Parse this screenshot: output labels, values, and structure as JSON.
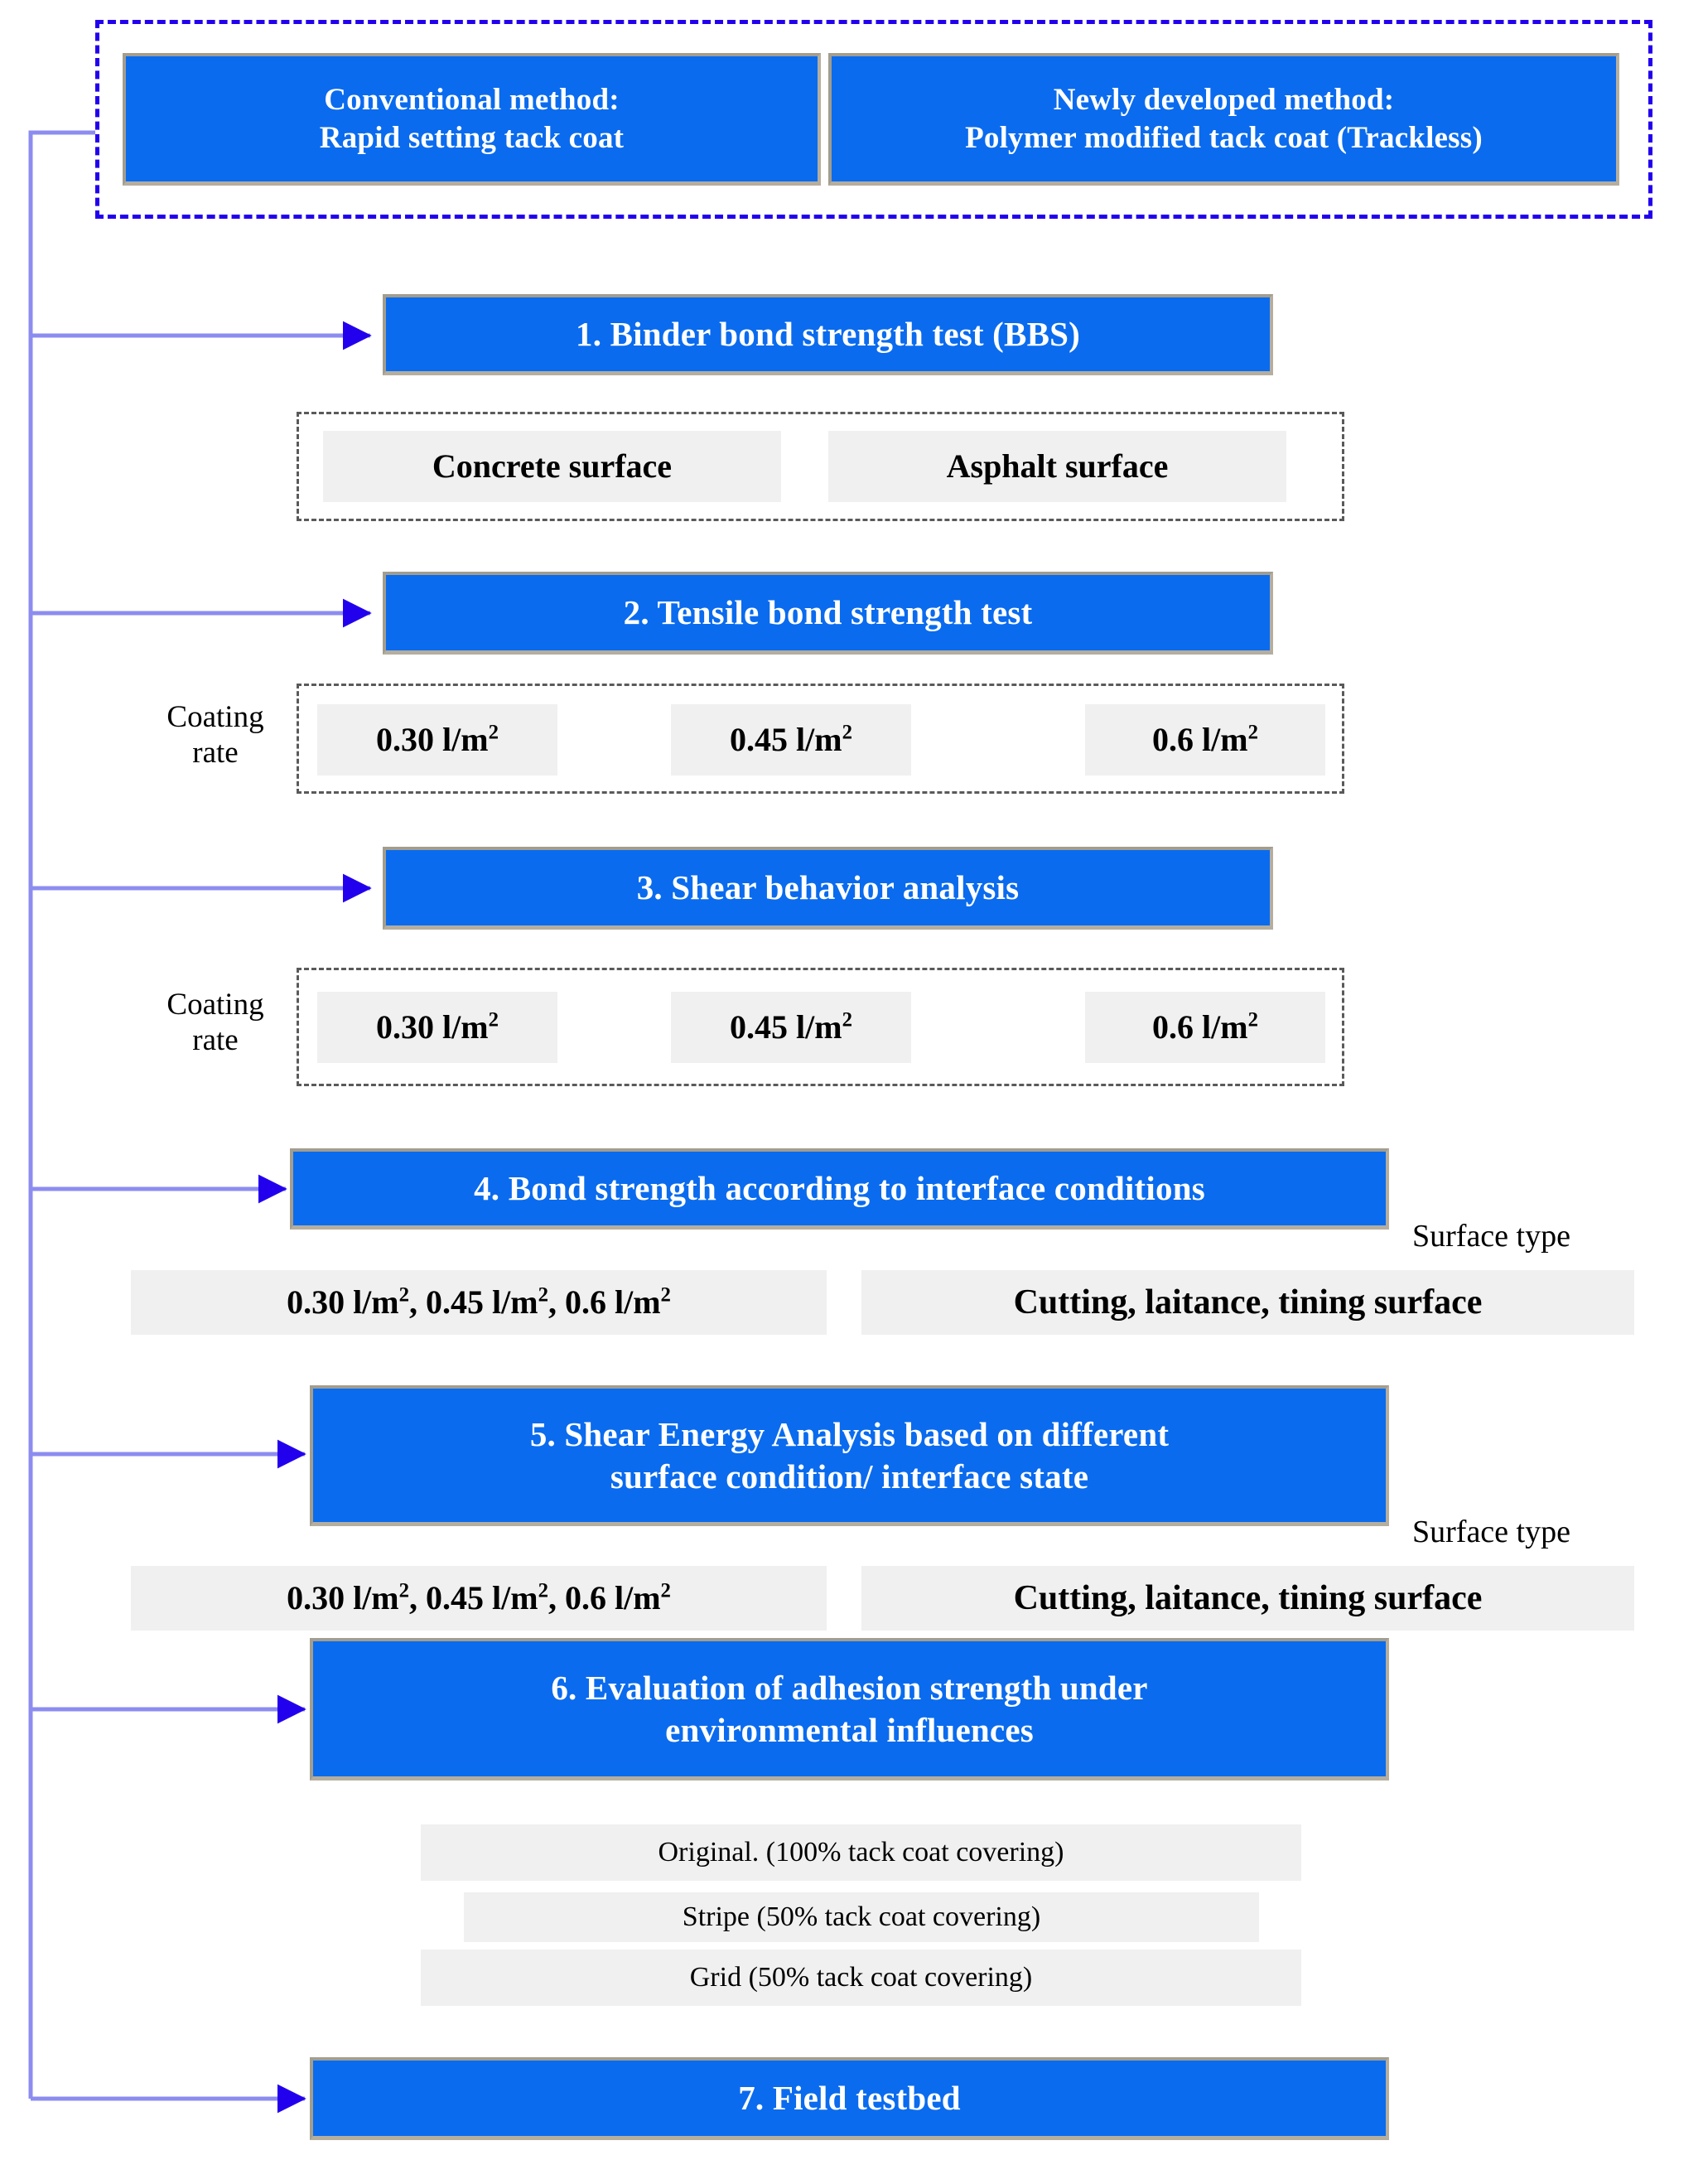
{
  "diagram": {
    "title": "Research methodology flowchart for tack coat bond strength evaluation",
    "colors": {
      "blue_box": "#0a6bee",
      "blue_box_text": "#ffffff",
      "grey_box": "#f0f0f0",
      "dashed_outer_border": "#2200ee",
      "dashed_inner_border": "#5a5a5a",
      "connector_line": "#8c8cf0",
      "arrow_head": "#2200ee"
    }
  },
  "methods": {
    "container_name": "method-comparison-group",
    "items": [
      {
        "line1": "Conventional method:",
        "line2": "Rapid setting tack coat"
      },
      {
        "line1": "Newly developed method:",
        "line2": "Polymer modified tack coat (Trackless)"
      }
    ]
  },
  "steps": [
    {
      "id": "step-1",
      "title": "1. Binder bond strength test (BBS)",
      "sub_label": "",
      "sub_items": [
        "Concrete surface",
        "Asphalt surface"
      ],
      "grouped": true
    },
    {
      "id": "step-2",
      "title": "2. Tensile bond strength test",
      "sub_label": "Coating rate",
      "sub_items": [
        "0.30 l/m2",
        "0.45 l/m2",
        "0.6 l/m2"
      ],
      "grouped": true
    },
    {
      "id": "step-3",
      "title": "3. Shear behavior analysis",
      "sub_label": "Coating rate",
      "sub_items": [
        "0.30 l/m2",
        "0.45 l/m2",
        "0.6 l/m2"
      ],
      "grouped": true
    },
    {
      "id": "step-4",
      "title": "4. Bond strength according to interface conditions",
      "corner_label": "Surface type",
      "sub_items": [
        "0.30 l/m2, 0.45 l/m2, 0.6 l/m2",
        "Cutting, laitance, tining surface"
      ],
      "grouped": false
    },
    {
      "id": "step-5",
      "title_line1": "5. Shear Energy Analysis based on different",
      "title_line2": "surface condition/ interface state",
      "corner_label": "Surface type",
      "sub_items": [
        "0.30 l/m2, 0.45 l/m2, 0.6 l/m2",
        "Cutting, laitance, tining surface"
      ],
      "grouped": false
    },
    {
      "id": "step-6",
      "title_line1": "6. Evaluation of adhesion strength under",
      "title_line2": "environmental influences",
      "sub_items": [
        "Original. (100% tack coat covering)",
        "Stripe (50% tack coat covering)",
        "Grid (50% tack coat covering)"
      ],
      "grouped": false
    },
    {
      "id": "step-7",
      "title": "7. Field testbed",
      "sub_items": [],
      "grouped": false
    }
  ]
}
